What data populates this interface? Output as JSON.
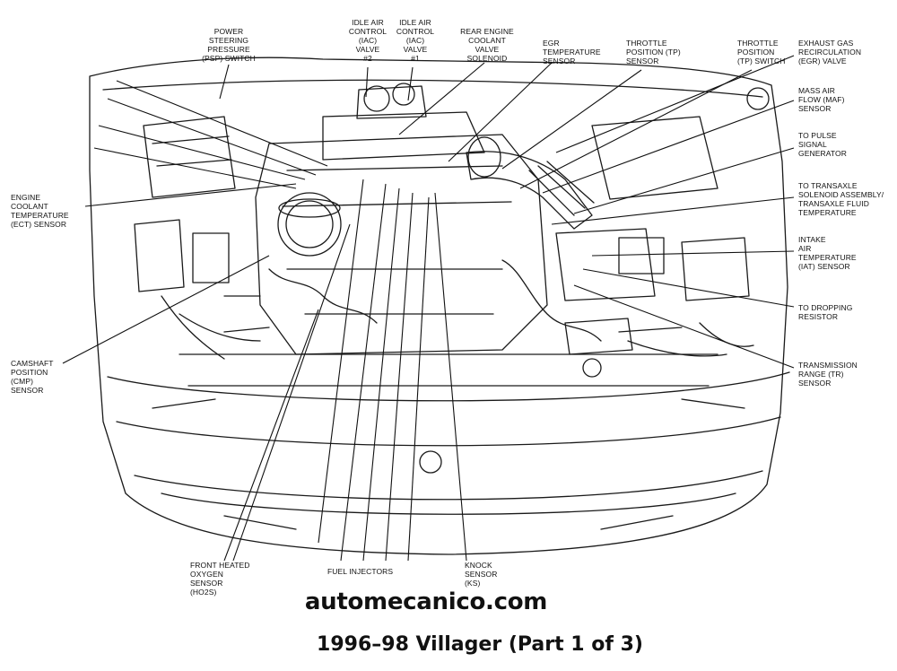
{
  "labels": {
    "psp": "POWER\nSTEERING\nPRESSURE\n(PSP) SWITCH",
    "iac2": "IDLE AIR\nCONTROL\n(IAC)\nVALVE\n#2",
    "iac1": "IDLE AIR\nCONTROL\n(IAC)\nVALVE\n#1",
    "rear_coolant": "REAR ENGINE\nCOOLANT\nVALVE\nSOLENOID",
    "egr_temp": "EGR\nTEMPERATURE\nSENSOR",
    "tp_sensor": "THROTTLE\nPOSITION (TP)\nSENSOR",
    "tp_switch": "THROTTLE\nPOSITION\n(TP) SWITCH",
    "egr_valve": "EXHAUST GAS\nRECIRCULATION\n(EGR) VALVE",
    "maf": "MASS AIR\nFLOW (MAF)\nSENSOR",
    "pulse": "TO PULSE\nSIGNAL\nGENERATOR",
    "transaxle": "TO TRANSAXLE\nSOLENOID ASSEMBLY/\nTRANSAXLE FLUID\nTEMPERATURE",
    "iat": "INTAKE\nAIR\nTEMPERATURE\n(IAT) SENSOR",
    "dropping": "TO DROPPING\nRESISTOR",
    "tr": "TRANSMISSION\nRANGE (TR)\nSENSOR",
    "ect": "ENGINE\nCOOLANT\nTEMPERATURE\n(ECT) SENSOR",
    "cmp": "CAMSHAFT\nPOSITION\n(CMP)\nSENSOR",
    "ho2s": "FRONT HEATED\nOXYGEN\nSENSOR\n(HO2S)",
    "injectors": "FUEL INJECTORS",
    "ks": "KNOCK\nSENSOR\n(KS)"
  },
  "watermark": "automecanico.com",
  "caption": "1996–98 Villager (Part 1 of 3)"
}
